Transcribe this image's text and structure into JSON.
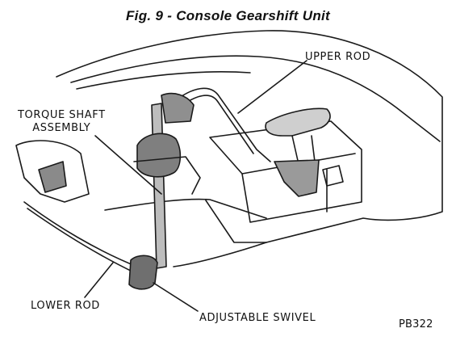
{
  "figure": {
    "title": "Fig. 9 - Console Gearshift Unit",
    "code": "PB322"
  },
  "callouts": {
    "upper_rod": "UPPER ROD",
    "torque_shaft_line1": "TORQUE SHAFT",
    "torque_shaft_line2": "ASSEMBLY",
    "lower_rod": "LOWER ROD",
    "adjustable_swivel": "ADJUSTABLE SWIVEL"
  }
}
